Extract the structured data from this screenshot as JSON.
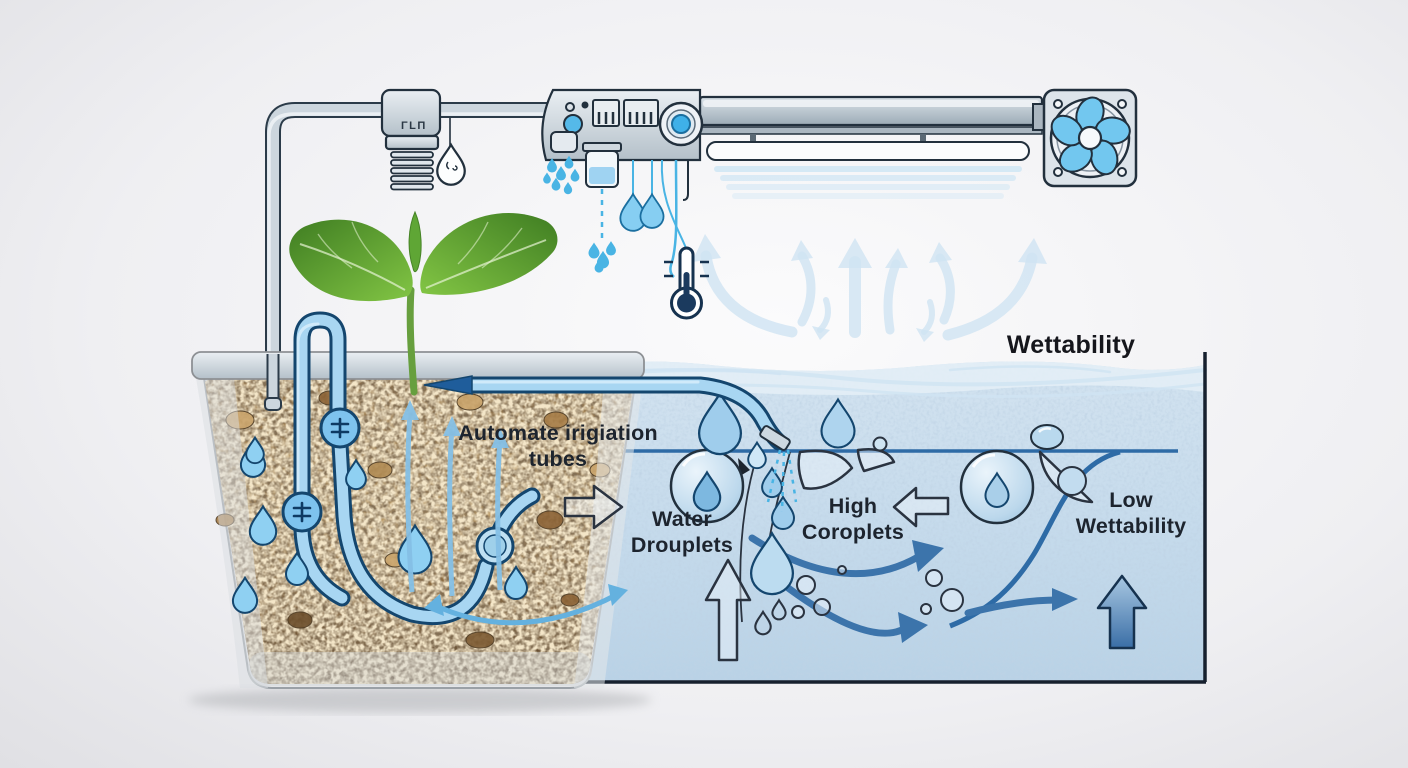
{
  "scene": {
    "title": "Wettability",
    "irrigation_label": "Automate irigiation tubes",
    "annotations": {
      "water": {
        "line1": "Water",
        "line2": "Drouplets"
      },
      "high": {
        "line1": "High",
        "line2": "Coroplets"
      },
      "low": {
        "line1": "Low",
        "line2": "Wettability"
      }
    },
    "controller_display": "ΓLΠ"
  },
  "icons": {
    "fan": "fan-icon",
    "thermometer": "thermometer-icon",
    "sprinkler": "sprinkler-icon",
    "droplet": "droplet-icon",
    "seedling": "seedling-icon",
    "valve_dial": "valve-dial-icon",
    "filter_fins": "filter-fins-icon",
    "reservoir": "reservoir-cup-icon",
    "emitter_valve": "emitter-valve-icon"
  },
  "colors": {
    "panel_fill": "#c6dbec",
    "panel_border": "#16202e",
    "tube_fill": "#a8d6f2",
    "tube_outline": "#14466e",
    "flow_blue": "#3c74ab",
    "accent_blue": "#49b4e4",
    "metal_gray": "#ccd6de",
    "fan_blade": "#72c7ef",
    "leaf_green": "#5a9e33",
    "soil_brown": "#8d6c40",
    "thermometer_navy": "#1b3a5e"
  }
}
